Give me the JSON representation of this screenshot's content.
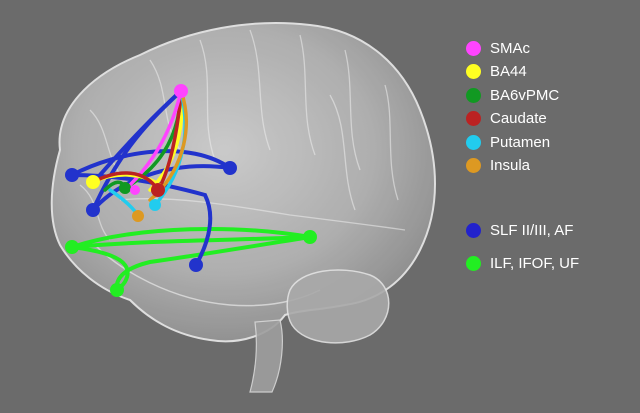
{
  "colors": {
    "background": "#6b6b6b",
    "brain_fill": "#bdbdbd",
    "brain_outline": "#e6e6e6"
  },
  "legend": {
    "regions": [
      {
        "label": "SMAc",
        "color": "#ff44ff",
        "icon": "magenta-dot-icon"
      },
      {
        "label": "BA44",
        "color": "#ffff22",
        "icon": "yellow-dot-icon"
      },
      {
        "label": "BA6vPMC",
        "color": "#119922",
        "icon": "green-dot-icon"
      },
      {
        "label": "Caudate",
        "color": "#bb2222",
        "icon": "red-dot-icon"
      },
      {
        "label": "Putamen",
        "color": "#22ccee",
        "icon": "cyan-dot-icon"
      },
      {
        "label": "Insula",
        "color": "#dd9922",
        "icon": "orange-dot-icon"
      }
    ],
    "tracts": [
      {
        "label": "SLF II/III, AF",
        "color": "#2222cc",
        "icon": "blue-dot-icon"
      },
      {
        "label": "ILF, IFOF, UF",
        "color": "#22ee22",
        "icon": "bright-green-dot-icon"
      }
    ]
  }
}
